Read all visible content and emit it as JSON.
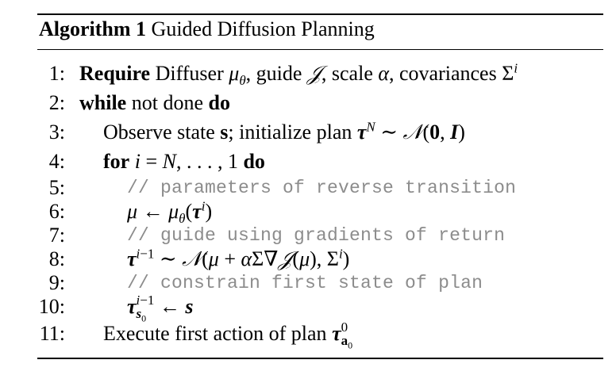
{
  "caption": {
    "label": "Algorithm 1",
    "title": "Guided Diffusion Planning"
  },
  "lines": [
    {
      "num": "1:",
      "kw": "Require",
      "text": "Diffuser μθ, guide 𝒥, scale α, covariances Σⁱ"
    },
    {
      "num": "2:",
      "kw": "while",
      "text": "not done",
      "kw2": "do"
    },
    {
      "num": "3:",
      "text": "Observe state s; initialize plan τᴺ ∼ 𝒩(0, I)"
    },
    {
      "num": "4:",
      "kw": "for",
      "text": "i = N, . . . , 1",
      "kw2": "do"
    },
    {
      "num": "5:",
      "comment": "// parameters of reverse transition"
    },
    {
      "num": "6:",
      "text": "μ ← μθ(τⁱ)"
    },
    {
      "num": "7:",
      "comment": "// guide using gradients of return"
    },
    {
      "num": "8:",
      "text": "τⁱ⁻¹ ∼ 𝒩(μ + αΣ∇𝒥(μ), Σⁱ)"
    },
    {
      "num": "9:",
      "comment": "// constrain first state of plan"
    },
    {
      "num": "10:",
      "text": "τ_s0^(i−1) ← s"
    },
    {
      "num": "11:",
      "text": "Execute first action of plan τ_a0^0"
    }
  ]
}
